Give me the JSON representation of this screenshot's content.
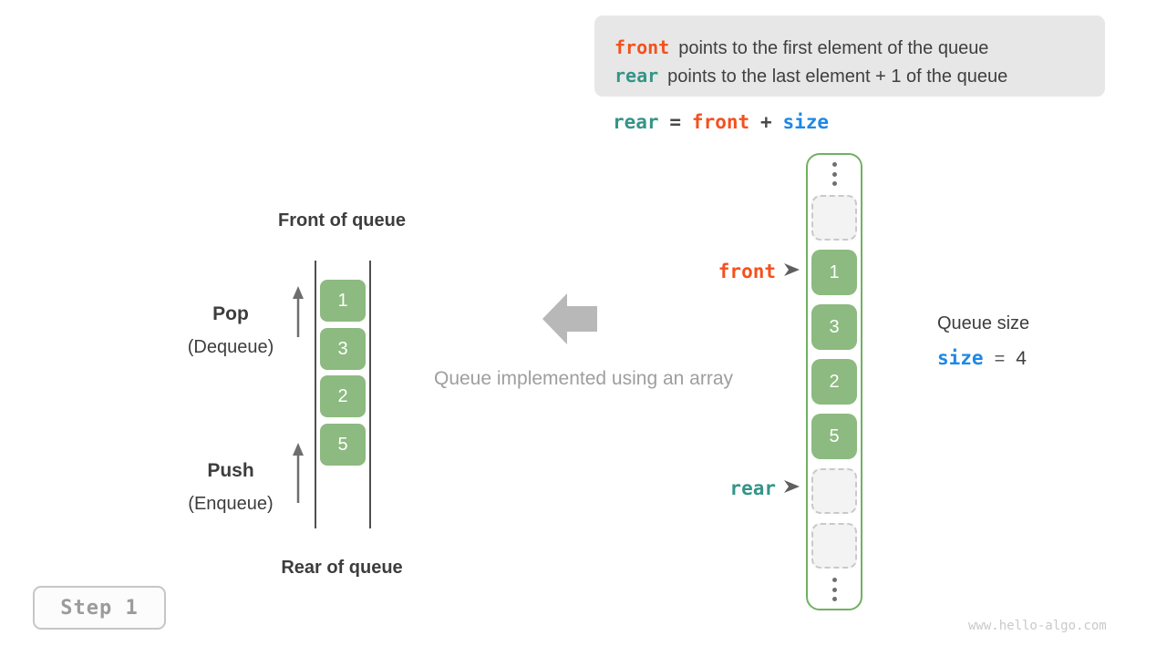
{
  "colors": {
    "orange": "#f4511e",
    "teal": "#359488",
    "blue": "#1e88e5",
    "cell_green": "#8cba80",
    "container_green": "#70b163"
  },
  "legend": {
    "lines": [
      {
        "keyword": "front",
        "text": "points to the first element of the queue"
      },
      {
        "keyword": "rear",
        "text": "points to the last element + 1 of the queue"
      }
    ]
  },
  "formula": {
    "lhs": "rear",
    "eq": "=",
    "rhs1": "front",
    "plus": "+",
    "rhs2": "size"
  },
  "queue_diagram": {
    "front_label": "Front of queue",
    "rear_label": "Rear of queue",
    "pop_title": "Pop",
    "pop_subtitle": "(Dequeue)",
    "push_title": "Push",
    "push_subtitle": "(Enqueue)",
    "cells": [
      "1",
      "3",
      "2",
      "5"
    ]
  },
  "caption": "Queue implemented using an array",
  "array_diagram": {
    "values": [
      "1",
      "3",
      "2",
      "5"
    ],
    "front_pointer": "front",
    "rear_pointer": "rear"
  },
  "queue_size": {
    "label": "Queue size",
    "var": "size",
    "eq": "=",
    "value": "4"
  },
  "step": {
    "label": "Step 1"
  },
  "watermark": "www.hello-algo.com"
}
